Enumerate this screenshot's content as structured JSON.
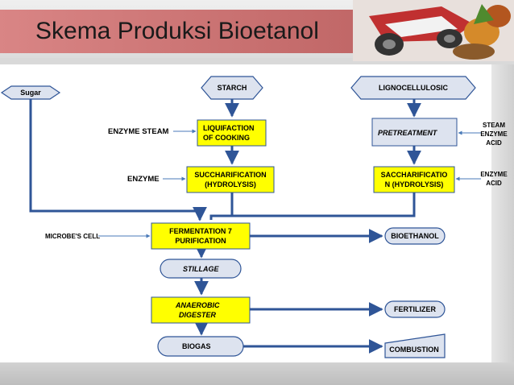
{
  "slide": {
    "title": "Skema Produksi Bioetanol"
  },
  "diagram": {
    "sources": {
      "sugar": "Sugar",
      "starch": "STARCH",
      "lignocellulosic": "LIGNOCELLULOSIC"
    },
    "process": {
      "liquifaction_1": "LIQUIFACTION",
      "liquifaction_2": "OF COOKING",
      "succharification_1": "SUCCHARIFICATION",
      "succharification_2": "(HYDROLYSIS)",
      "pretreatment": "PRETREATMENT",
      "saccharificatio_1": "SACCHARIFICATIO",
      "saccharificatio_2": "N (HYDROLYSIS)",
      "fermentation_1": "FERMENTATION 7",
      "fermentation_2": "PURIFICATION",
      "stillage": "STILLAGE",
      "anaerobic_1": "ANAEROBIC",
      "anaerobic_2": "DIGESTER",
      "biogas": "BIOGAS"
    },
    "outputs": {
      "bioethanol": "BIOETHANOL",
      "fertilizer": "FERTILIZER",
      "combustion": "COMBUSTION"
    },
    "inputs": {
      "enzyme_steam": "ENZYME STEAM",
      "enzyme": "ENZYME",
      "microbes_cell": "MICROBE'S CELL",
      "steam_1": "STEAM",
      "steam_2": "ENZYME",
      "steam_3": "ACID",
      "enzyme_acid_1": "ENZYME",
      "enzyme_acid_2": "ACID"
    },
    "colors": {
      "process_fill": "#ffff00",
      "flow_line": "#2f5597",
      "node_fill": "#dde3ef",
      "input_line": "#4a7ab8"
    }
  }
}
